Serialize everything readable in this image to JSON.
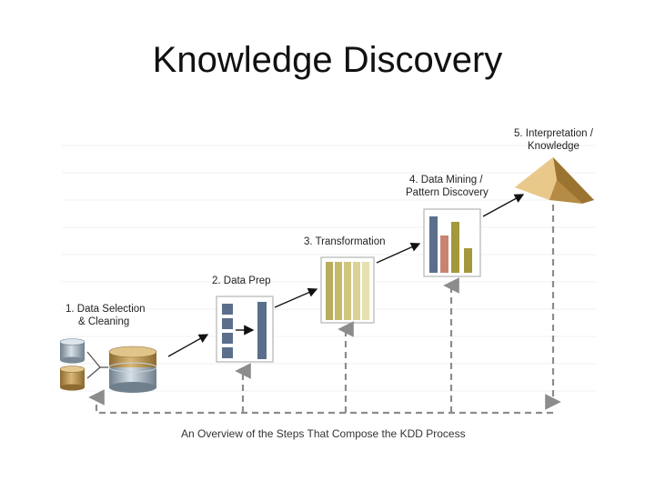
{
  "slide": {
    "title": "Knowledge Discovery"
  },
  "steps": [
    {
      "line1": "1.  Data Selection",
      "line2": "& Cleaning"
    },
    {
      "line1": "2.  Data Prep",
      "line2": ""
    },
    {
      "line1": "3.  Transformation",
      "line2": ""
    },
    {
      "line1": "4.  Data Mining /",
      "line2": "Pattern Discovery"
    },
    {
      "line1": "5.  Interpretation /",
      "line2": "Knowledge"
    }
  ],
  "caption": "An Overview of the Steps That Compose the KDD Process",
  "colors": {
    "slate": "#5b6f8c",
    "rose": "#c88470",
    "olive": "#a3983c",
    "khaki": "#d8cd86",
    "gold": "#c4a160",
    "steel": "#bcc8d2",
    "arrow": "#111111",
    "dash": "#8c8c8c"
  }
}
